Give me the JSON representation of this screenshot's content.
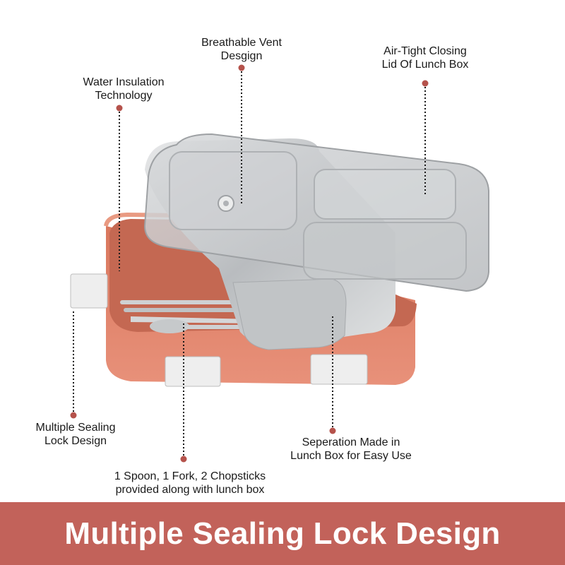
{
  "callouts": {
    "vent": {
      "line1": "Breathable Vent",
      "line2": "Desgign"
    },
    "airtight": {
      "line1": "Air-Tight Closing",
      "line2": "Lid Of Lunch Box"
    },
    "insulation": {
      "line1": "Water Insulation",
      "line2": "Technology"
    },
    "sealing": {
      "line1": "Multiple Sealing",
      "line2": "Lock Design"
    },
    "separation": {
      "line1": "Seperation Made in",
      "line2": "Lunch Box for Easy Use"
    },
    "cutlery": {
      "line1": "1 Spoon, 1 Fork, 2 Chopsticks",
      "line2": "provided along with lunch box"
    }
  },
  "banner": {
    "title": "Multiple Sealing Lock Design"
  },
  "colors": {
    "banner": "#c2625a",
    "pointer_dot": "#b5524b",
    "box_body": "#e2866c",
    "box_interior": "#c76a55",
    "steel": "#c9cbcd",
    "lid_rim": "#a9abad"
  }
}
